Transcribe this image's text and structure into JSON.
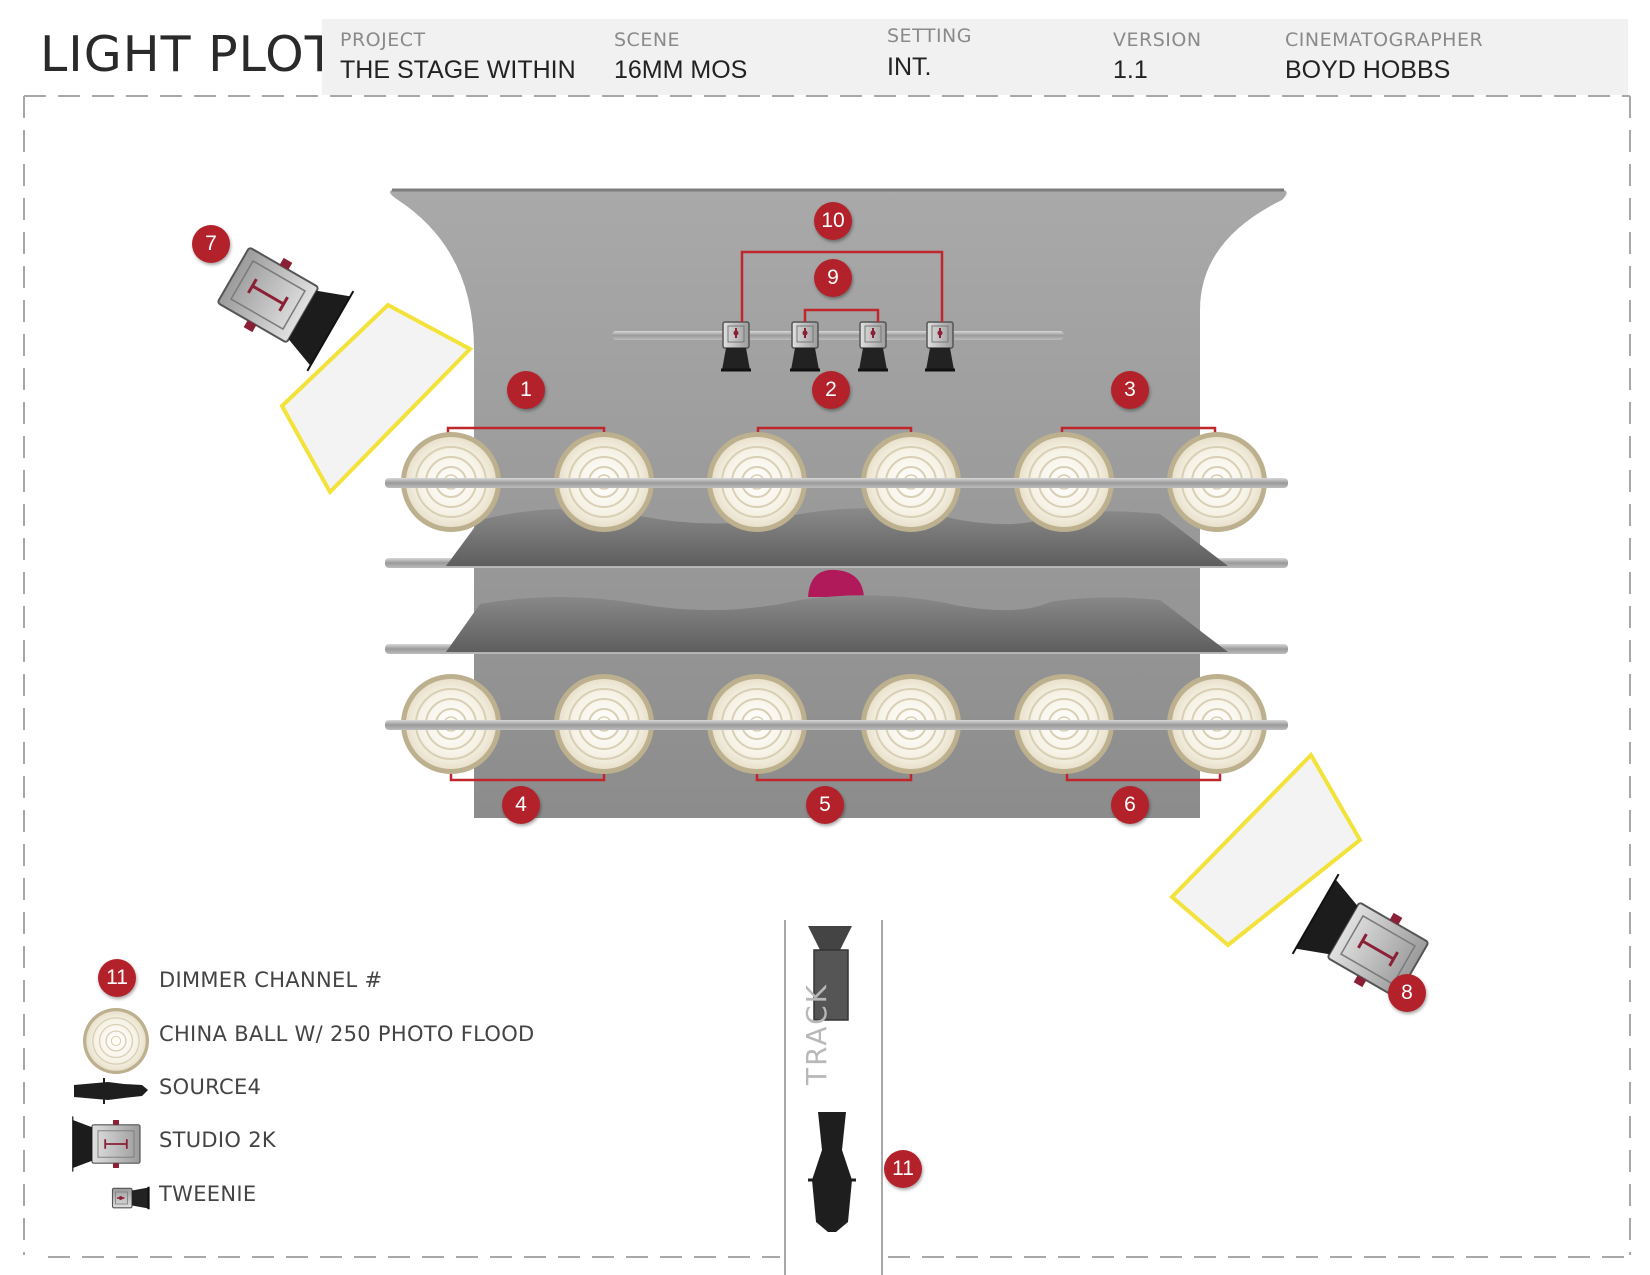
{
  "title": "LIGHT PLOT",
  "header": {
    "project": {
      "label": "PROJECT",
      "value": "THE STAGE WITHIN"
    },
    "scene": {
      "label": "SCENE",
      "value": "16MM MOS"
    },
    "setting": {
      "label": "SETTING",
      "value": "INT."
    },
    "version": {
      "label": "VERSION",
      "value": "1.1"
    },
    "cinematographer": {
      "label": "CINEMATOGRAPHER",
      "value": "BOYD HOBBS"
    }
  },
  "channels": [
    "1",
    "2",
    "3",
    "4",
    "5",
    "6",
    "7",
    "8",
    "9",
    "10",
    "11"
  ],
  "track_label": "TRACK",
  "legend": {
    "dimmer_badge": "11",
    "dimmer": "DIMMER CHANNEL #",
    "china_ball": "CHINA BALL W/ 250 PHOTO FLOOD",
    "source4": "SOURCE4",
    "studio2k": "STUDIO 2K",
    "tweenie": "TWEENIE"
  },
  "colors": {
    "badge": "#b3222a",
    "wire": "#c0272d",
    "diffusion_frame": "#f2e23a",
    "stage": "#8f8f8f",
    "china_ball": "#f4efe1"
  }
}
